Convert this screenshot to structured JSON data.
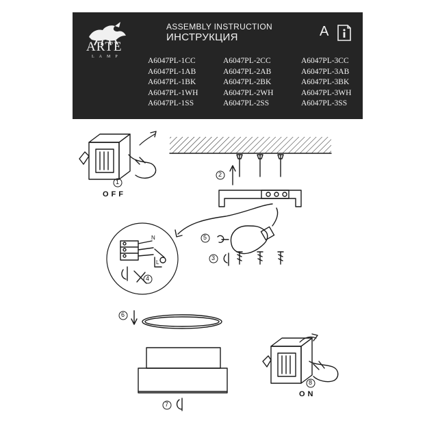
{
  "header": {
    "brand": "ARTE",
    "brand_sub": "LAMP",
    "title_en": "ASSEMBLY INSTRUCTION",
    "title_ru": "ИНСТРУКЦИЯ",
    "lang_letter": "A",
    "icon": "info-document-icon"
  },
  "models": [
    [
      "A6047PL-1CC",
      "A6047PL-1AB",
      "A6047PL-1BK",
      "A6047PL-1WH",
      "A6047PL-1SS"
    ],
    [
      "A6047PL-2CC",
      "A6047PL-2AB",
      "A6047PL-2BK",
      "A6047PL-2WH",
      "A6047PL-2SS"
    ],
    [
      "A6047PL-3CC",
      "A6047PL-3AB",
      "A6047PL-3BK",
      "A6047PL-3WH",
      "A6047PL-3SS"
    ]
  ],
  "steps": {
    "s1": "1",
    "s2": "2",
    "s3": "3",
    "s4": "4",
    "s5": "5",
    "s6": "6",
    "s7": "7",
    "s8": "8"
  },
  "labels": {
    "off": "OFF",
    "on": "ON",
    "neutral": "N",
    "live": "L"
  }
}
